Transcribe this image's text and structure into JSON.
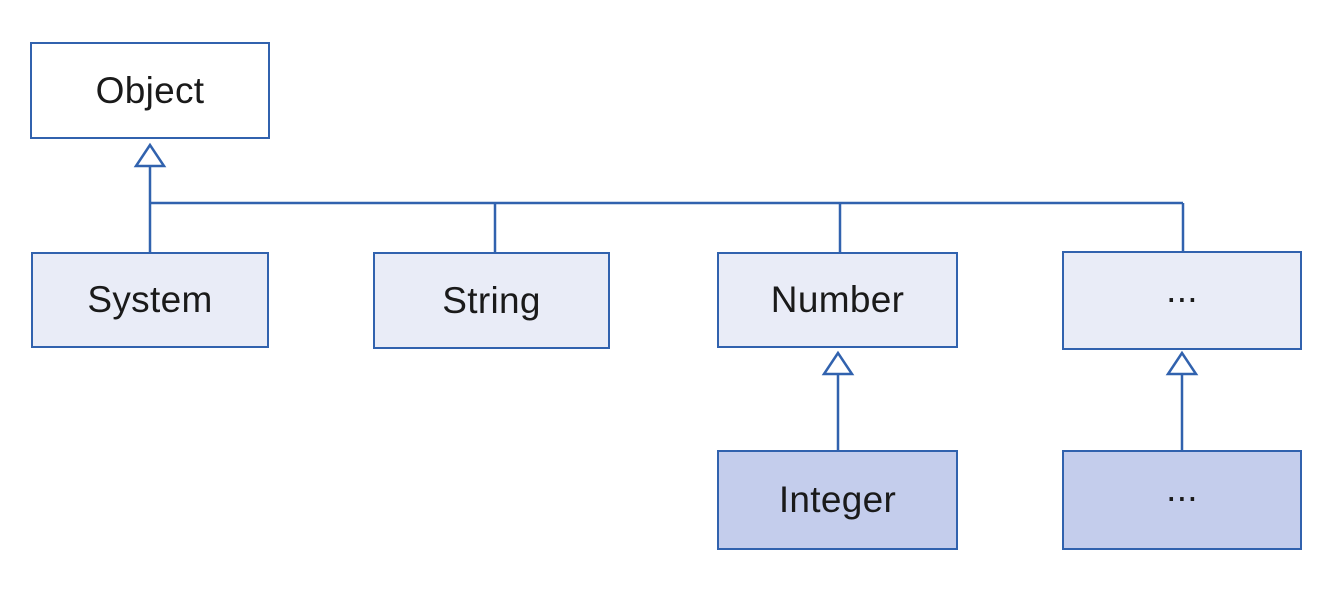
{
  "diagram": {
    "type": "class-inheritance-hierarchy",
    "nodes": [
      {
        "id": "object",
        "label": "Object",
        "fill_role": "white"
      },
      {
        "id": "system",
        "label": "System",
        "fill_role": "light"
      },
      {
        "id": "string",
        "label": "String",
        "fill_role": "light"
      },
      {
        "id": "number",
        "label": "Number",
        "fill_role": "light"
      },
      {
        "id": "others",
        "label": "...",
        "fill_role": "light"
      },
      {
        "id": "integer",
        "label": "Integer",
        "fill_role": "dark"
      },
      {
        "id": "others_child",
        "label": "...",
        "fill_role": "dark"
      }
    ],
    "edges": [
      {
        "from": "System",
        "to": "Object",
        "type": "generalization"
      },
      {
        "from": "String",
        "to": "Object",
        "type": "generalization"
      },
      {
        "from": "Number",
        "to": "Object",
        "type": "generalization"
      },
      {
        "from": "...",
        "to": "Object",
        "type": "generalization"
      },
      {
        "from": "Integer",
        "to": "Number",
        "type": "generalization"
      },
      {
        "from": "...",
        "to": "...",
        "type": "generalization"
      }
    ],
    "colors": {
      "stroke": "#3162ae",
      "fill_white": "#ffffff",
      "fill_light": "#e9ecf7",
      "fill_dark": "#c4cdec",
      "text": "#1a1a1a"
    }
  }
}
